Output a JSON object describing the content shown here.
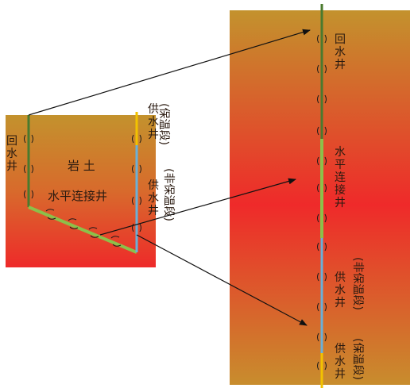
{
  "left": {
    "return_well": "回水井",
    "rock_soil": "岩 土",
    "horizontal_link": "水平连接井",
    "supply_well": "供水井",
    "insulated": "(保温段)",
    "non_insulated": "(非保温段)"
  },
  "right": {
    "return_well": "回水井",
    "horizontal_link": "水平连接井",
    "supply_well_upper": "供水井",
    "non_insulated": "(非保温段)",
    "supply_well_lower": "供水井",
    "insulated": "(保温段)"
  },
  "colors": {
    "soil_top": "#c2902e",
    "soil_mid": "#ef2f2a",
    "return_pipe": "#4a7a2e",
    "horizontal_pipe": "#8cc04a",
    "supply_pipe": "#6ab0d8",
    "insulated_pipe": "#f2c200",
    "arrow": "#111111"
  }
}
